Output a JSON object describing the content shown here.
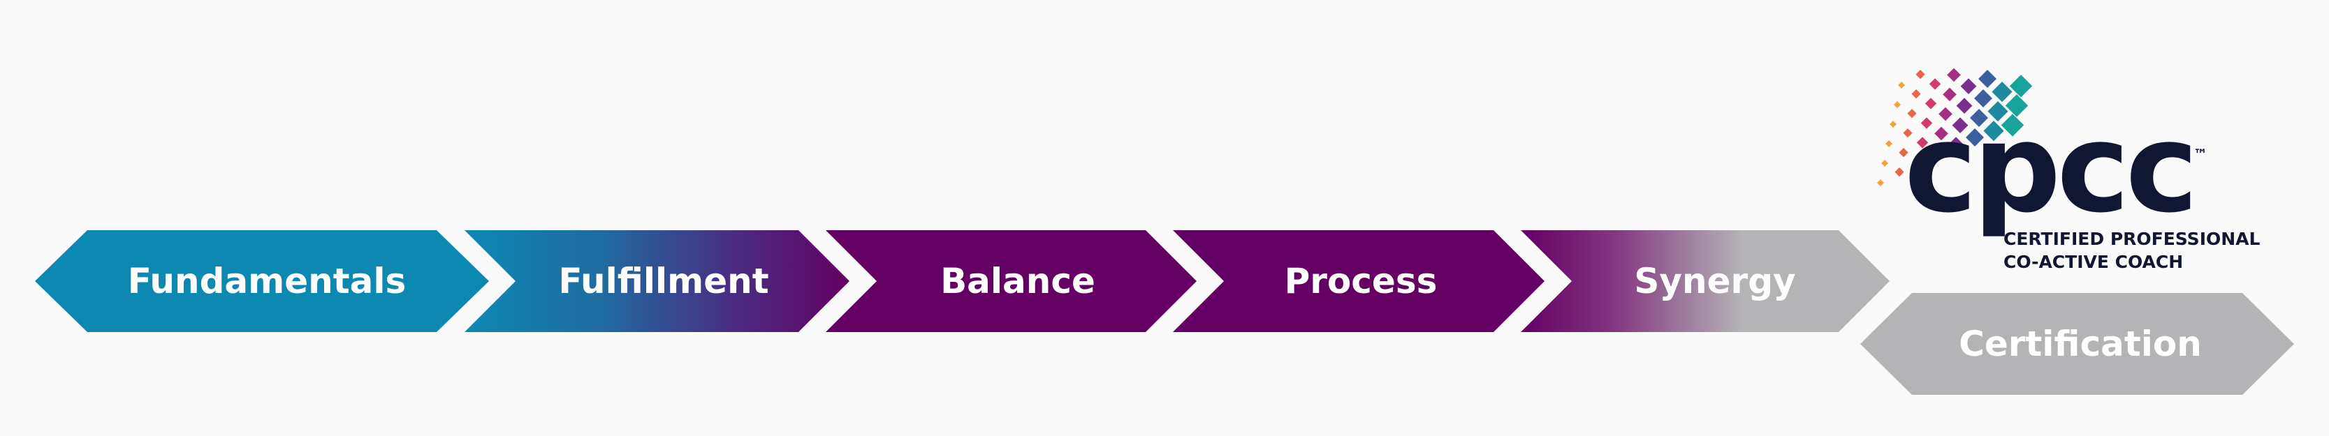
{
  "steps": [
    {
      "label": "Fundamentals"
    },
    {
      "label": "Fulfillment"
    },
    {
      "label": "Balance"
    },
    {
      "label": "Process"
    },
    {
      "label": "Synergy"
    }
  ],
  "certification": {
    "label": "Certification"
  },
  "logo": {
    "wordmark": "cpcc",
    "trademark": "™",
    "line1": "CERTIFIED PROFESSIONAL",
    "line2": "CO-ACTIVE COACH"
  },
  "colors": {
    "teal": "#0c88b1",
    "purple": "#640063",
    "gray": "#b4b4b6",
    "navy": "#111633",
    "background": "#fafafa"
  }
}
